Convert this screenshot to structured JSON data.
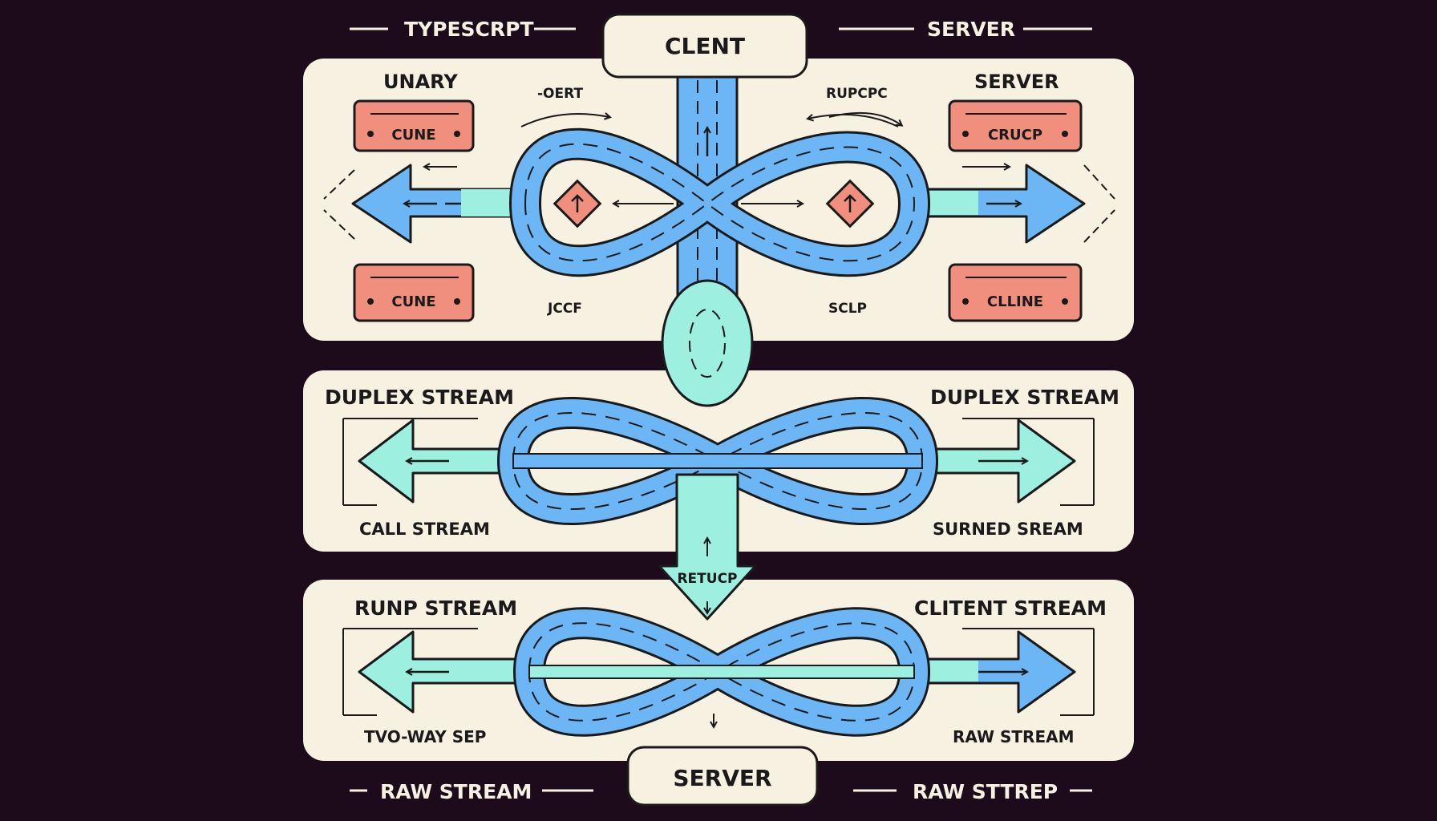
{
  "colors": {
    "background": "#1d0b1c",
    "panel": "#f7f1e2",
    "outline": "#1a1a1a",
    "blue_path": "#6cb6f5",
    "mint_path": "#9df0e0",
    "salmon_box": "#f08f7e"
  },
  "top": {
    "left_label": "TYPESCRPT",
    "center_pill": "CLENT",
    "right_label": "SERVER"
  },
  "panel1": {
    "left_title": "UNARY",
    "right_title": "SERVER",
    "boxes": [
      "CUNE",
      "CUNE",
      "CRUCP",
      "CLLINE"
    ],
    "small_labels": [
      "-OERT",
      "RUPCPC",
      "JCCF",
      "SCLP"
    ]
  },
  "panel2": {
    "left_title": "DUPLEX STREAM",
    "right_title": "DUPLEX  STREAM",
    "left_bottom": "CALL STREAM",
    "right_bottom": "SURNED SREAM"
  },
  "connector": {
    "label": "RETUCP"
  },
  "panel3": {
    "left_title": "RUNP  STREAM",
    "right_title": "CLITENT STREAM",
    "left_bottom": "TVO-WAY SEP",
    "right_bottom": "RAW STREAM"
  },
  "bottom": {
    "left_label": "RAW STREAM",
    "center_pill": "SERVER",
    "right_label": "RAW STTREP"
  }
}
